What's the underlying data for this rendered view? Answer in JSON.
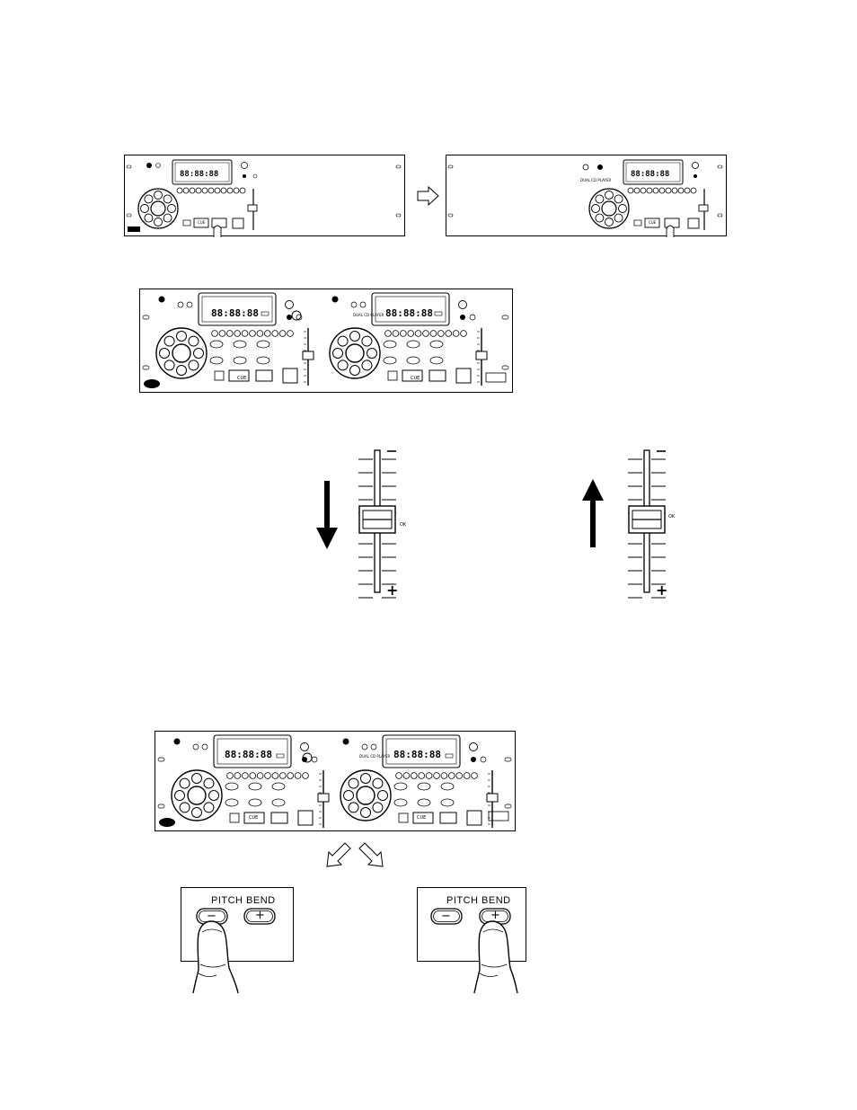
{
  "panel": {
    "display_digits": "88:88:88",
    "display_track": "88",
    "dual_label": "DUAL CD PLAYER",
    "cue_label": "CUE",
    "ok_label": "OK",
    "plus_sign": "+",
    "minus_sign": "−"
  },
  "pitch_bend": {
    "label": "PITCH BEND",
    "minus_label": "−",
    "plus_label": "+"
  },
  "colors": {
    "ink": "#000000",
    "paper": "#ffffff"
  }
}
